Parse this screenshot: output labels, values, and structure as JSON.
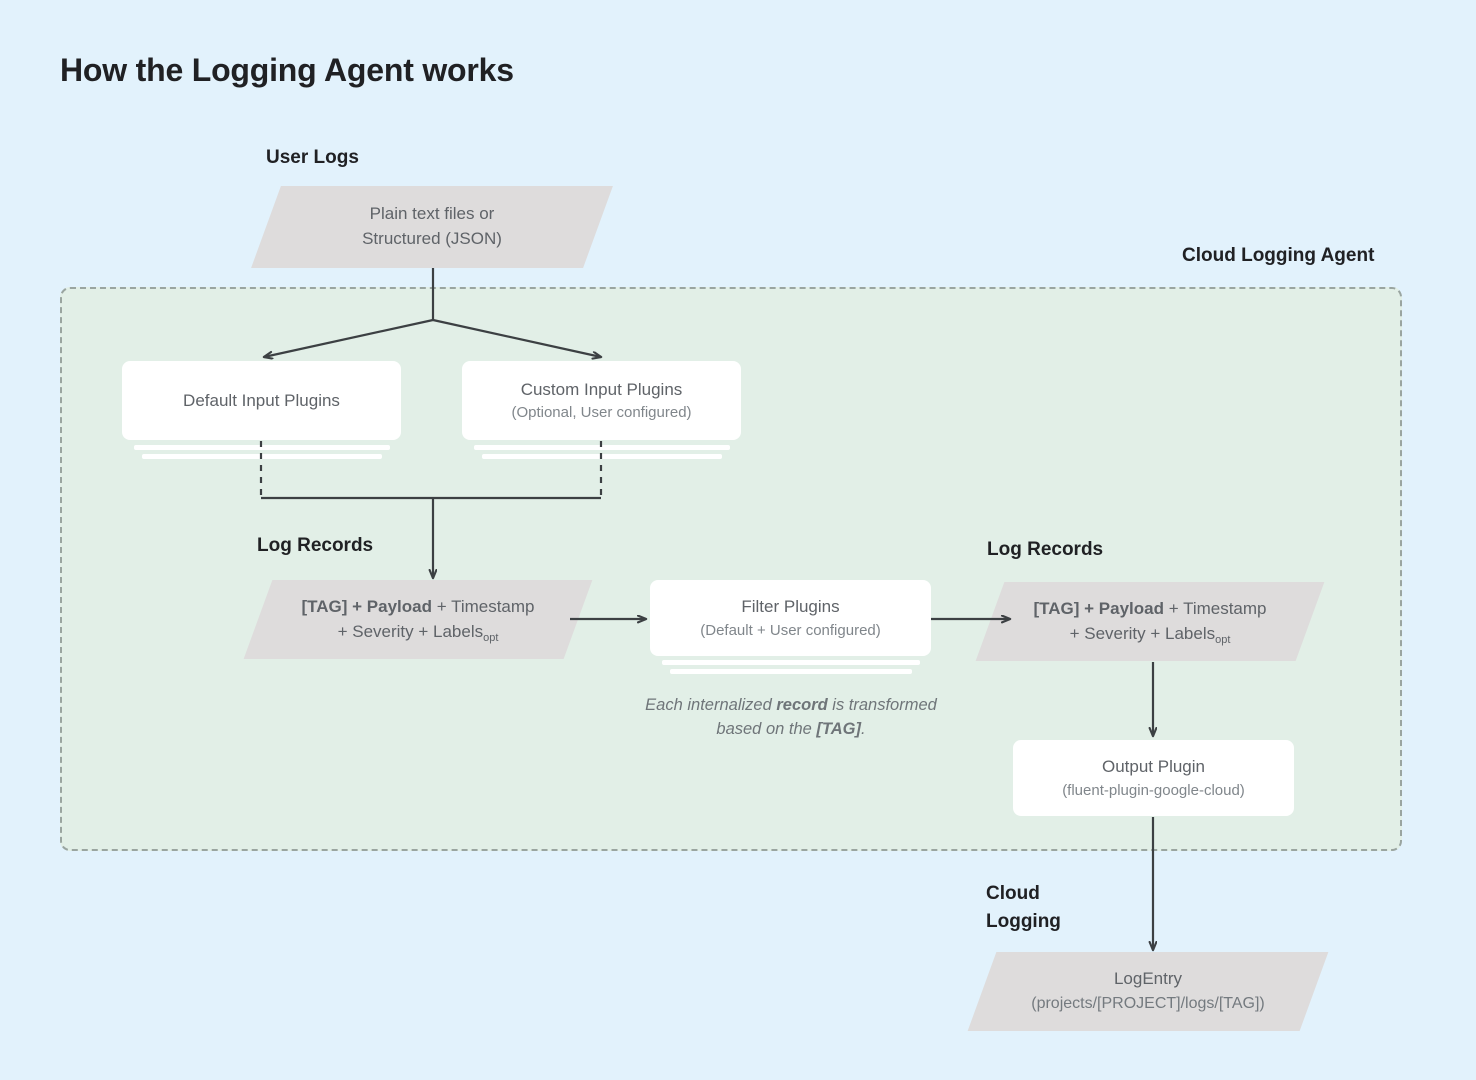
{
  "page": {
    "title": "How the Logging Agent works",
    "bg_color": "#e2f2fc",
    "panel_color": "#e2efe7",
    "shape_color": "#dedcdc",
    "line_color": "#3c4043"
  },
  "labels": {
    "user_logs": "User Logs",
    "cloud_logging_agent": "Cloud Logging Agent",
    "log_records_left": "Log Records",
    "log_records_right": "Log Records",
    "cloud_logging": "Cloud\nLogging"
  },
  "nodes": {
    "user_logs_source": {
      "line1": "Plain text files or",
      "line2": "Structured (JSON)"
    },
    "default_input_plugins": {
      "title": "Default Input Plugins",
      "subtitle": ""
    },
    "custom_input_plugins": {
      "title": "Custom Input Plugins",
      "subtitle": "(Optional, User configured)"
    },
    "log_record_left": {
      "prefix": "[TAG] + Payload",
      "line1_rest": " + Timestamp",
      "line2": "+ Severity + Labels",
      "line2_sub": "opt"
    },
    "filter_plugins": {
      "title": "Filter Plugins",
      "subtitle": "(Default + User configured)"
    },
    "filter_caption": {
      "part1": "Each internalized ",
      "bold1": "record",
      "part2": " is transformed based on the ",
      "bold2": "[TAG]",
      "part3": "."
    },
    "log_record_right": {
      "prefix": "[TAG] + Payload",
      "line1_rest": " + Timestamp",
      "line2": "+ Severity + Labels",
      "line2_sub": "opt"
    },
    "output_plugin": {
      "title": "Output Plugin",
      "subtitle": "(fluent-plugin-google-cloud)"
    },
    "log_entry": {
      "title": "LogEntry",
      "subtitle": "(projects/[PROJECT]/logs/[TAG])"
    }
  }
}
